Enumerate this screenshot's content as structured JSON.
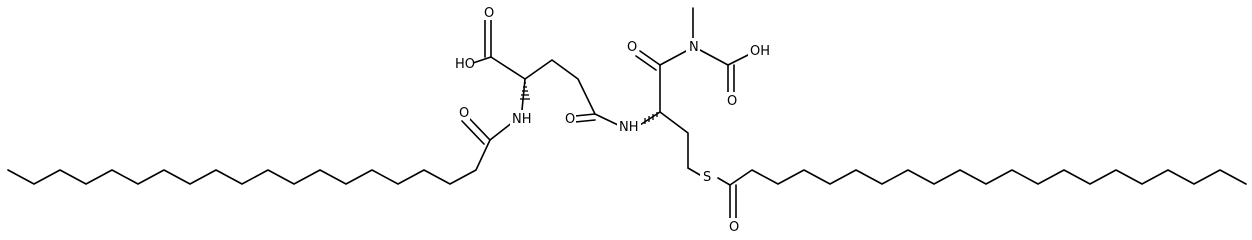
{
  "molecule": {
    "labels": {
      "oh_acid_left": "HO",
      "oh_acid_right": "OH",
      "o_acid_left_top": "O",
      "o_amide_gln": "O",
      "o_amide_palm": "O",
      "o_amide_cys": "O",
      "o_carbamic": "O",
      "o_thioester": "O",
      "n_palm": "NH",
      "n_gln": "NH",
      "n_methyl": "N",
      "s_thioester": "S"
    }
  }
}
